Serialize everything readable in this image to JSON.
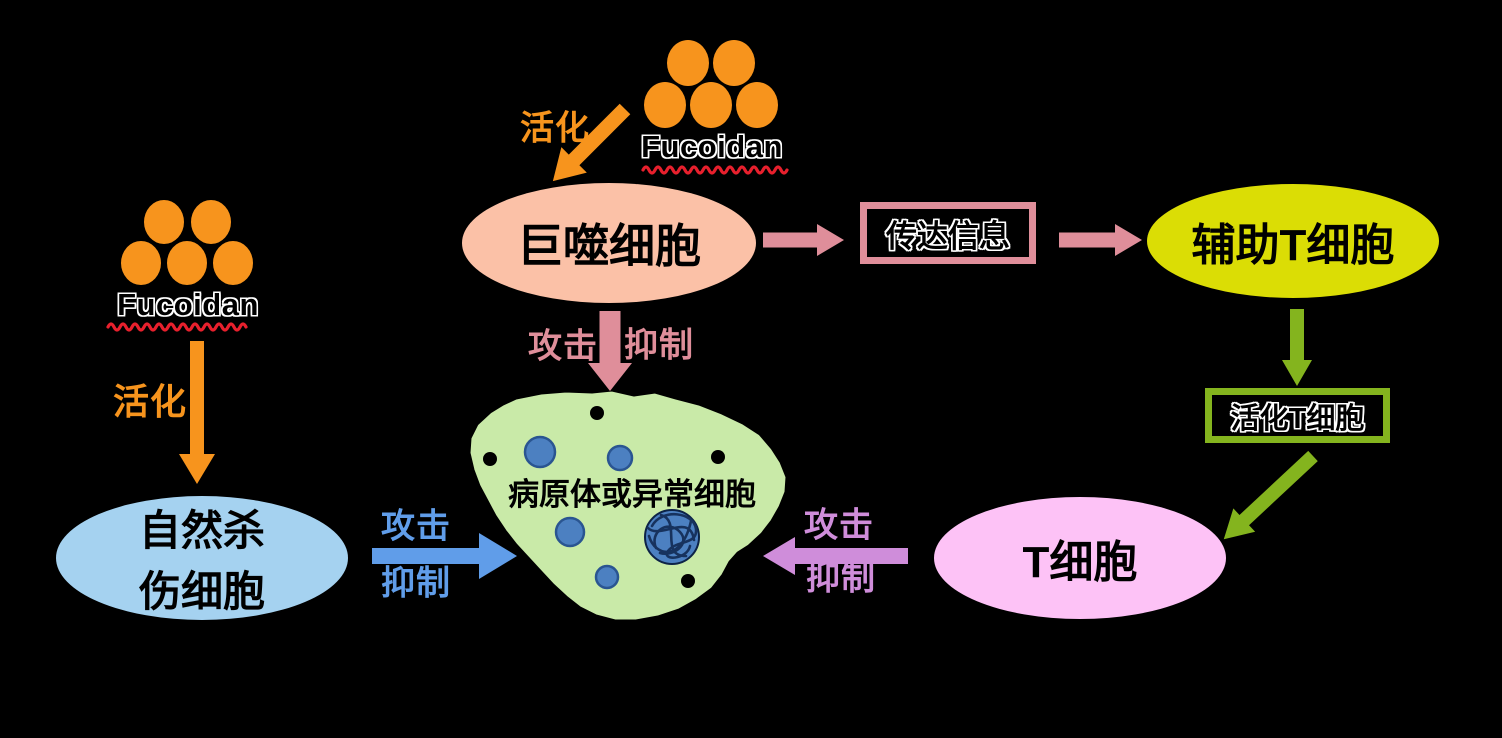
{
  "palette": {
    "background": "#000000",
    "orange": "#F7941D",
    "salmon": "#FBC1A7",
    "rose": "#DF8E9A",
    "chartreuse": "#DBDD05",
    "green": "#84B41E",
    "pink": "#FDC2F6",
    "orchid": "#CF8DDA",
    "blue_fill": "#A5D2F0",
    "blue_arrow": "#609DE9",
    "blob_green": "#C9EAA8",
    "dot_blue": "#4C80C1",
    "dot_blue_stroke": "#2A5591",
    "tangle_navy": "#17325E",
    "red_underline": "#E8202D"
  },
  "logo": {
    "label": "Fucoidan"
  },
  "nodes": {
    "macrophage": "巨噬细胞",
    "message": "传达信息",
    "helper_t": "辅助T细胞",
    "activated_t": "活化T细胞",
    "t_cell": "T细胞",
    "nk_line1": "自然杀",
    "nk_line2": "伤细胞",
    "pathogen": "病原体或异常细胞"
  },
  "labels": {
    "activate": "活化",
    "attack": "攻击",
    "inhibit": "抑制"
  }
}
